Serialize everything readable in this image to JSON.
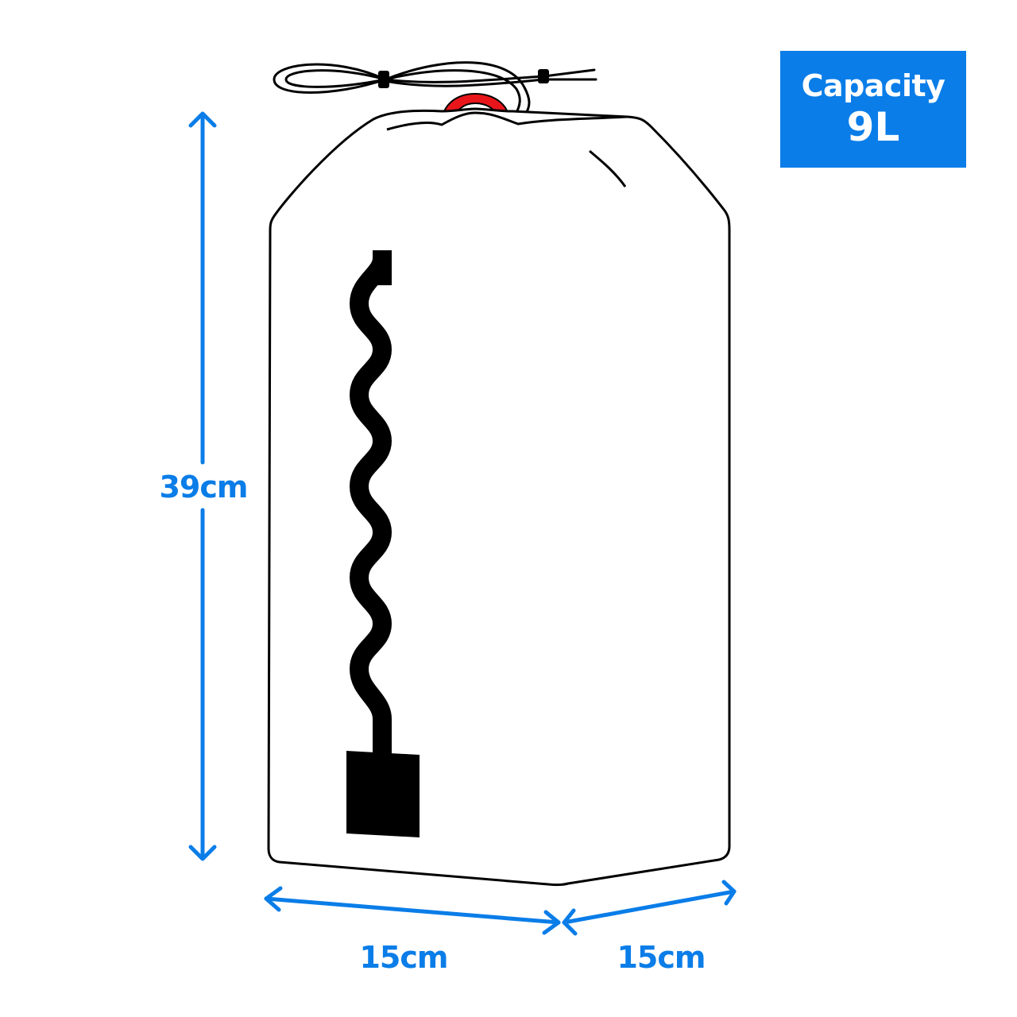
{
  "colors": {
    "accent": "#0a7de8",
    "outline": "#000000",
    "toggle": "#e8161b",
    "background": "#ffffff",
    "capacity_text": "#ffffff"
  },
  "capacity": {
    "label": "Capacity",
    "value": "9L"
  },
  "dimensions": {
    "height": "39cm",
    "width": "15cm",
    "depth": "15cm"
  },
  "icons": {
    "zipper": "zipper-icon",
    "drawcord": "drawcord-icon",
    "cord_lock": "cord-lock-icon"
  }
}
